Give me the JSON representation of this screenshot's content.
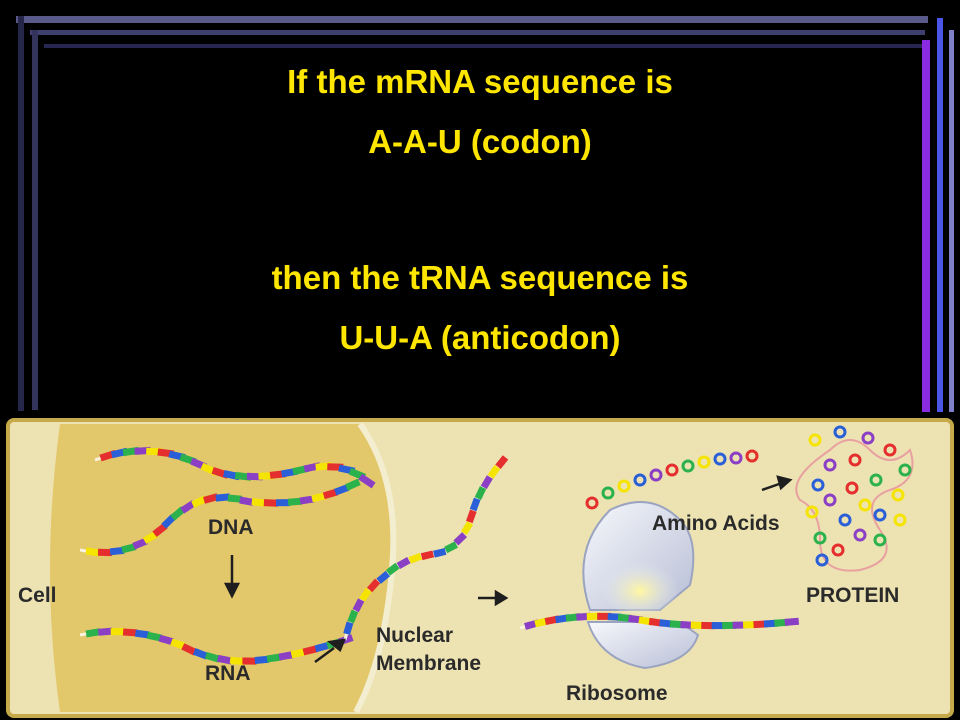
{
  "slide": {
    "lines": [
      "If the mRNA sequence is",
      "A-A-U (codon)",
      "then the tRNA sequence is",
      "U-U-A (anticodon)"
    ],
    "text_color": "#ffe600",
    "background_color": "#000000"
  },
  "illustration": {
    "labels": {
      "cell": "Cell",
      "dna": "DNA",
      "rna": "RNA",
      "nuclear": "Nuclear",
      "membrane": "Membrane",
      "ribosome": "Ribosome",
      "amino_acids": "Amino Acids",
      "protein": "PROTEIN"
    },
    "colors": {
      "cytoplasm": "#ede3b2",
      "nucleus": "#e0c25e",
      "border": "#c5a94a",
      "ribosome": "#e4e8f2",
      "base_red": "#e52e2e",
      "base_green": "#2bb24c",
      "base_yellow": "#f5e400",
      "base_blue": "#2a5fd8",
      "base_purple": "#8a3fc4"
    }
  }
}
